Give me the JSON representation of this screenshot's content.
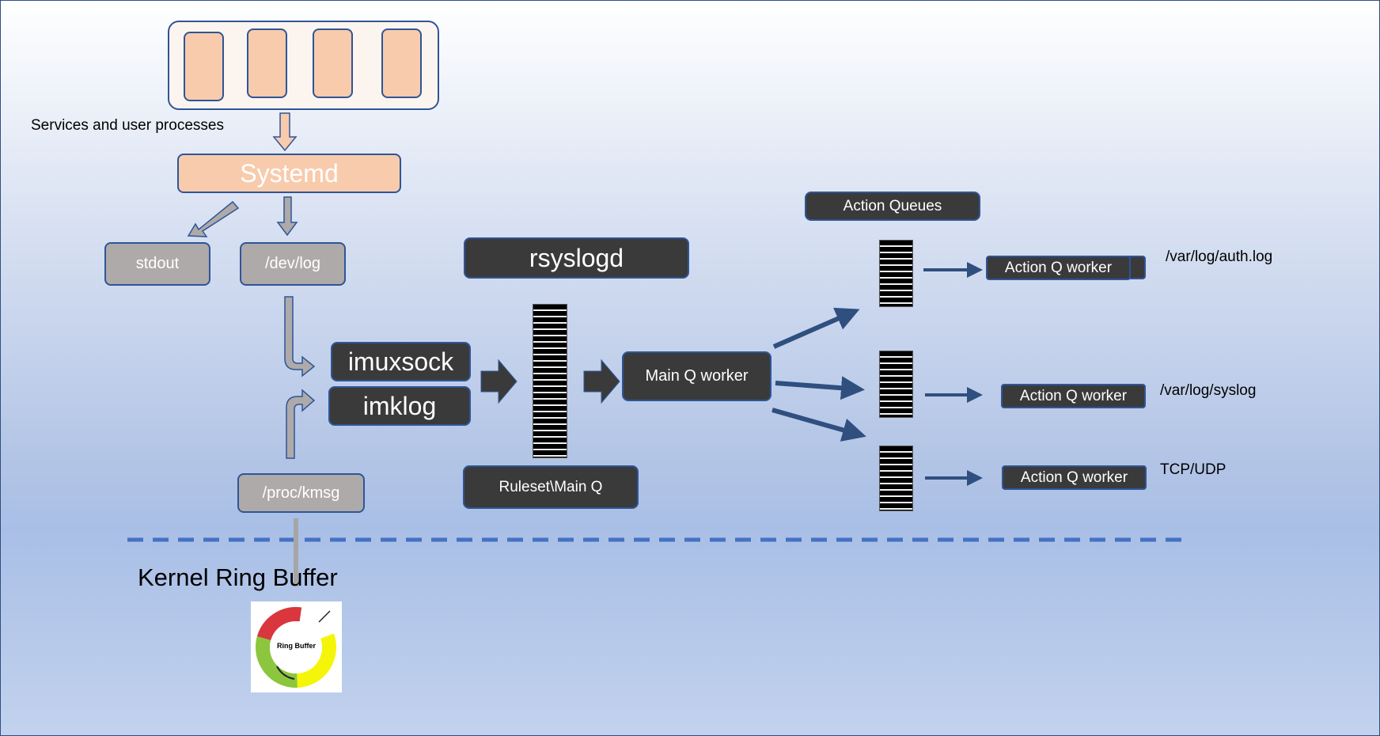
{
  "labels": {
    "services": "Services and user processes",
    "kernel_ring_buffer": "Kernel Ring Buffer",
    "ring_buffer_inner": "Ring Buffer"
  },
  "boxes": {
    "systemd": "Systemd",
    "stdout": "stdout",
    "dev_log": "/dev/log",
    "imuxsock": "imuxsock",
    "imklog": "imklog",
    "proc_kmsg": "/proc/kmsg",
    "rsyslogd": "rsyslogd",
    "ruleset_main_q": "Ruleset\\Main Q",
    "main_q_worker": "Main Q worker",
    "action_queues": "Action Queues",
    "action_q_worker_1": "Action Q worker",
    "action_q_worker_2": "Action Q worker",
    "action_q_worker_3": "Action Q worker"
  },
  "destinations": {
    "auth_log": "/var/log/auth.log",
    "syslog": "/var/log/syslog",
    "tcp_udp": "TCP/UDP"
  },
  "colors": {
    "process_fill": "#f8cbad",
    "dark_box_fill": "#3a3a3a",
    "gray_box_fill": "#aeaaaa",
    "border": "#2f5597",
    "arrow": "#2f4f7f",
    "divider": "#4472c4"
  }
}
